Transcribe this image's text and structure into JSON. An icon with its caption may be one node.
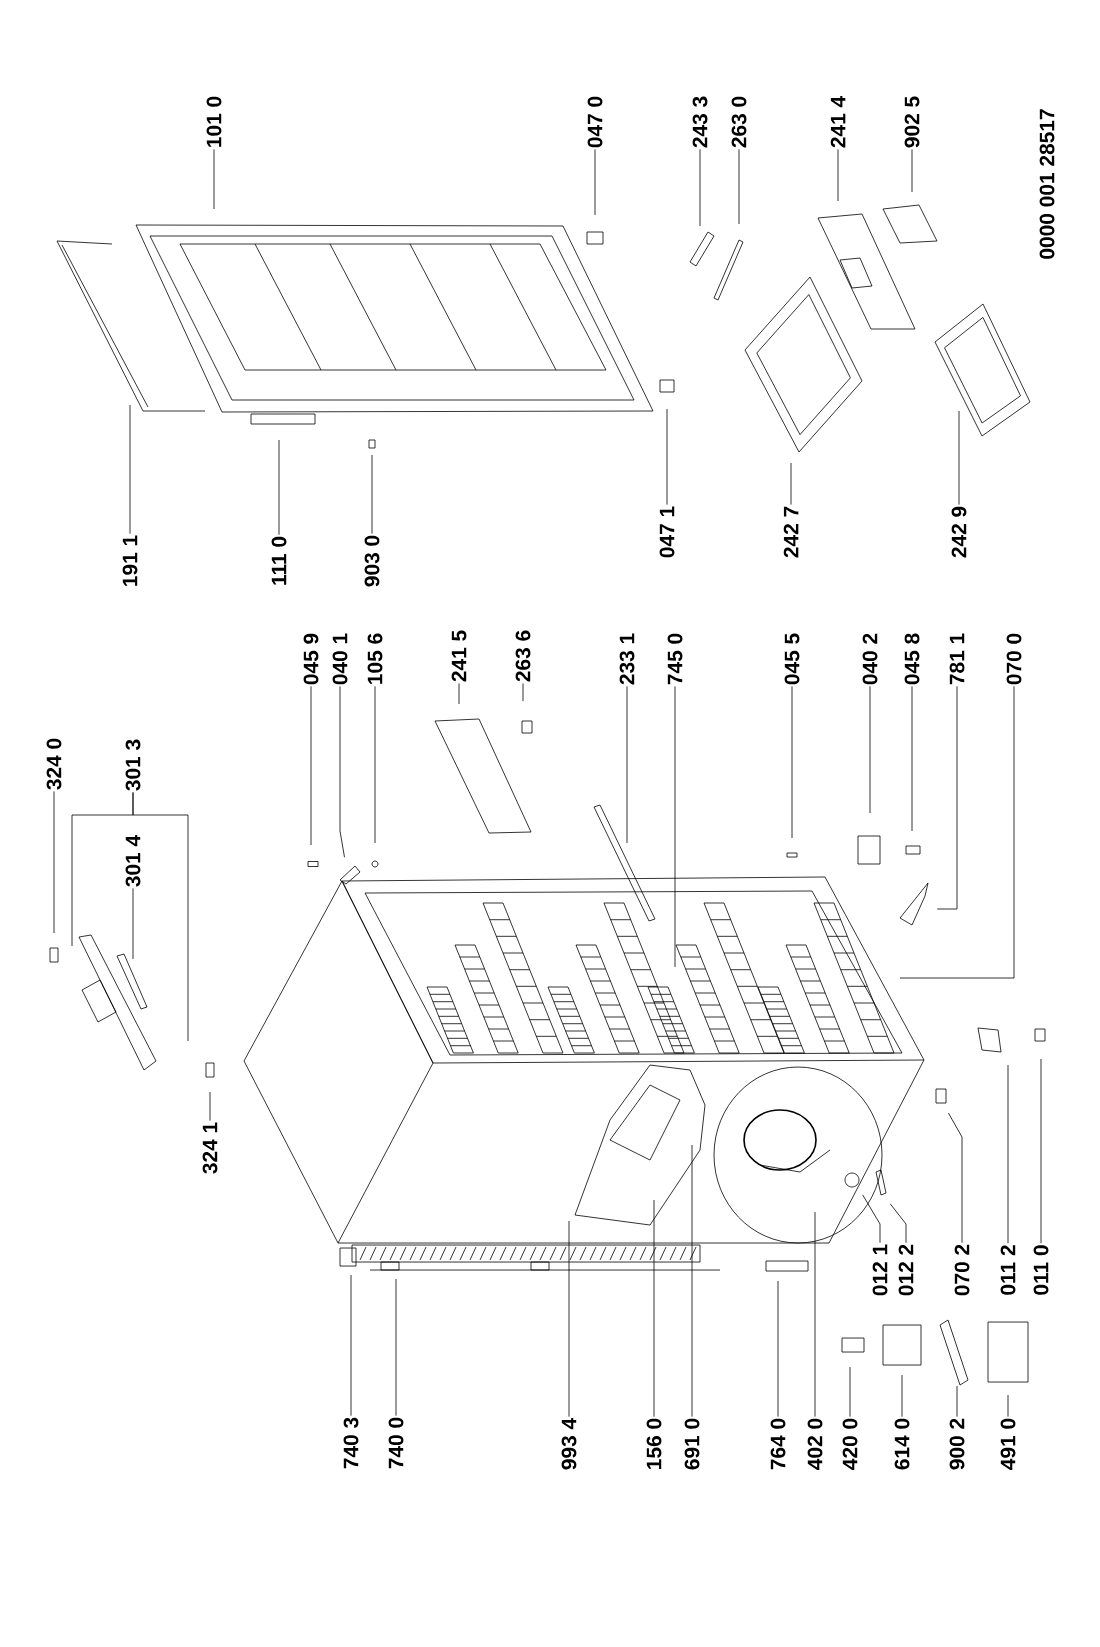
{
  "diagram": {
    "nodes": [
      {
        "text": [
          "324 0"
        ]
      },
      {
        "text": [
          "301 3"
        ]
      },
      {
        "text": [
          "301 4"
        ]
      },
      {
        "text": [
          "324 1"
        ]
      },
      {
        "text": [
          "045 9"
        ]
      },
      {
        "text": [
          "040 1"
        ]
      },
      {
        "text": [
          "105 6"
        ]
      },
      {
        "text": [
          "241 5"
        ]
      },
      {
        "text": [
          "263 6"
        ]
      },
      {
        "text": [
          "233 1"
        ]
      },
      {
        "text": [
          "745 0"
        ]
      },
      {
        "text": [
          "045 5"
        ]
      },
      {
        "text": [
          "040 2"
        ]
      },
      {
        "text": [
          "045 8"
        ]
      },
      {
        "text": [
          "781 1"
        ]
      },
      {
        "text": [
          "070 0"
        ]
      },
      {
        "text": [
          "101 0"
        ]
      },
      {
        "text": [
          "191 1"
        ]
      },
      {
        "text": [
          "111 0"
        ]
      },
      {
        "text": [
          "903 0"
        ]
      },
      {
        "text": [
          "047 0"
        ]
      },
      {
        "text": [
          "243 3"
        ]
      },
      {
        "text": [
          "263 0"
        ]
      },
      {
        "text": [
          "241 4"
        ]
      },
      {
        "text": [
          "902 5"
        ]
      },
      {
        "text": [
          "047 1"
        ]
      },
      {
        "text": [
          "242 7"
        ]
      },
      {
        "text": [
          "242 9"
        ]
      },
      {
        "text": [
          "740 3"
        ]
      },
      {
        "text": [
          "740 0"
        ]
      },
      {
        "text": [
          "993 4"
        ]
      },
      {
        "text": [
          "156 0"
        ]
      },
      {
        "text": [
          "691 0"
        ]
      },
      {
        "text": [
          "764 0"
        ]
      },
      {
        "text": [
          "402 0"
        ]
      },
      {
        "text": [
          "420 0"
        ]
      },
      {
        "text": [
          "614 0"
        ]
      },
      {
        "text": [
          "900 2"
        ]
      },
      {
        "text": [
          "491 0"
        ]
      },
      {
        "text": [
          "012 1"
        ]
      },
      {
        "text": [
          "012 2"
        ]
      },
      {
        "text": [
          "070 2"
        ]
      },
      {
        "text": [
          "011 2"
        ]
      },
      {
        "text": [
          "011 0"
        ]
      }
    ],
    "edges": [
      {
        "from": 0,
        "to": null,
        "arrow": "none"
      },
      {
        "from": 1,
        "to": null,
        "arrow": "none"
      },
      {
        "from": 1,
        "to": null,
        "arrow": "none"
      },
      {
        "from": 2,
        "to": null,
        "arrow": "none"
      },
      {
        "from": 3,
        "to": null,
        "arrow": "none"
      },
      {
        "from": 4,
        "to": null,
        "arrow": "none"
      },
      {
        "from": 5,
        "to": null,
        "arrow": "none"
      },
      {
        "from": 6,
        "to": null,
        "arrow": "none"
      },
      {
        "from": 7,
        "to": null,
        "arrow": "none"
      },
      {
        "from": 8,
        "to": null,
        "arrow": "none"
      },
      {
        "from": 9,
        "to": null,
        "arrow": "none"
      },
      {
        "from": 10,
        "to": null,
        "arrow": "none"
      },
      {
        "from": 11,
        "to": null,
        "arrow": "none"
      },
      {
        "from": 12,
        "to": null,
        "arrow": "none"
      },
      {
        "from": 13,
        "to": null,
        "arrow": "none"
      },
      {
        "from": 14,
        "to": null,
        "arrow": "none"
      },
      {
        "from": 15,
        "to": null,
        "arrow": "none"
      },
      {
        "from": 16,
        "to": null,
        "arrow": "none"
      },
      {
        "from": 17,
        "to": null,
        "arrow": "none"
      },
      {
        "from": 18,
        "to": null,
        "arrow": "none"
      },
      {
        "from": 19,
        "to": null,
        "arrow": "none"
      },
      {
        "from": 20,
        "to": null,
        "arrow": "none"
      },
      {
        "from": 21,
        "to": null,
        "arrow": "none"
      },
      {
        "from": 22,
        "to": null,
        "arrow": "none"
      },
      {
        "from": 23,
        "to": null,
        "arrow": "none"
      },
      {
        "from": 24,
        "to": null,
        "arrow": "none"
      },
      {
        "from": 25,
        "to": null,
        "arrow": "none"
      },
      {
        "from": 26,
        "to": null,
        "arrow": "none"
      },
      {
        "from": 27,
        "to": null,
        "arrow": "none"
      },
      {
        "from": 28,
        "to": null,
        "arrow": "none"
      },
      {
        "from": 29,
        "to": null,
        "arrow": "none"
      },
      {
        "from": 30,
        "to": null,
        "arrow": "none"
      },
      {
        "from": 31,
        "to": null,
        "arrow": "none"
      },
      {
        "from": 32,
        "to": null,
        "arrow": "none"
      },
      {
        "from": 33,
        "to": null,
        "arrow": "none"
      },
      {
        "from": 34,
        "to": null,
        "arrow": "none"
      },
      {
        "from": 35,
        "to": null,
        "arrow": "none"
      },
      {
        "from": 36,
        "to": null,
        "arrow": "none"
      },
      {
        "from": 37,
        "to": null,
        "arrow": "none"
      },
      {
        "from": 38,
        "to": null,
        "arrow": "none"
      },
      {
        "from": 39,
        "to": null,
        "arrow": "none"
      },
      {
        "from": 40,
        "to": null,
        "arrow": "none"
      },
      {
        "from": 41,
        "to": null,
        "arrow": "none"
      },
      {
        "from": 42,
        "to": null,
        "arrow": "none"
      },
      {
        "from": 43,
        "to": null,
        "arrow": "none"
      }
    ],
    "labels": [
      "0000 001 28517"
    ]
  }
}
